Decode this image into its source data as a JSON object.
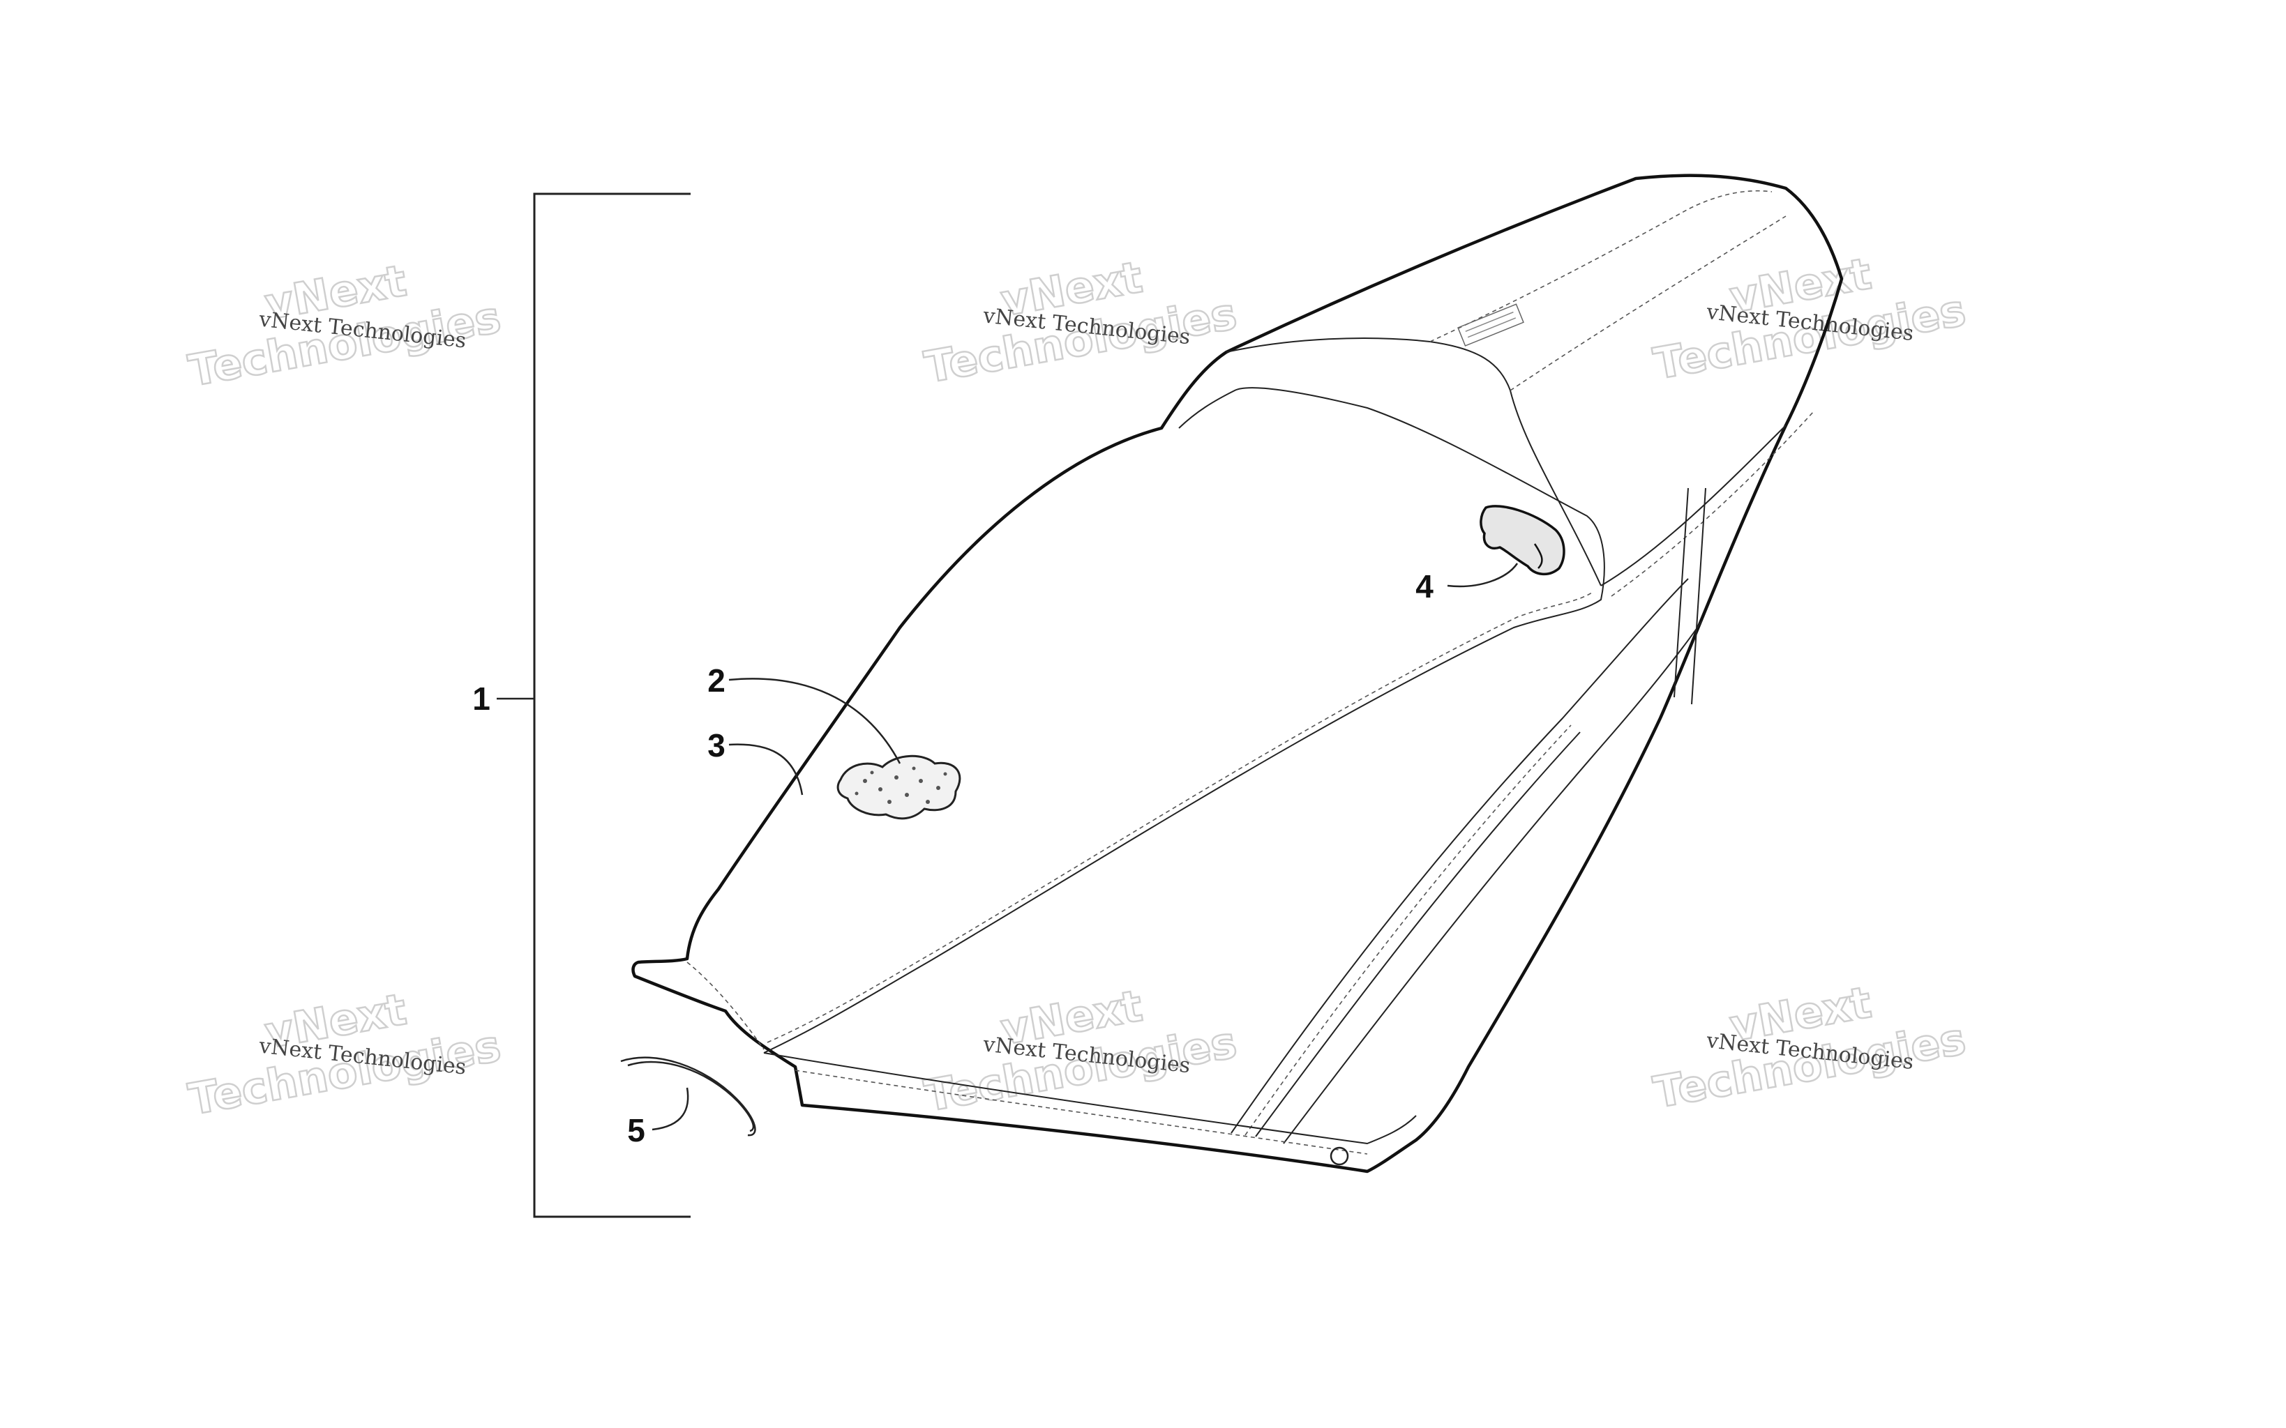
{
  "callouts": [
    {
      "id": "1",
      "label": "1"
    },
    {
      "id": "2",
      "label": "2"
    },
    {
      "id": "3",
      "label": "3"
    },
    {
      "id": "4",
      "label": "4"
    },
    {
      "id": "5",
      "label": "5"
    }
  ],
  "watermark": {
    "line_small": "vNext Technologies",
    "line_big_1": "vNext",
    "line_big_2": "Technologies"
  },
  "colors": {
    "ink": "#111111",
    "watermark": "#cfcfcf"
  }
}
